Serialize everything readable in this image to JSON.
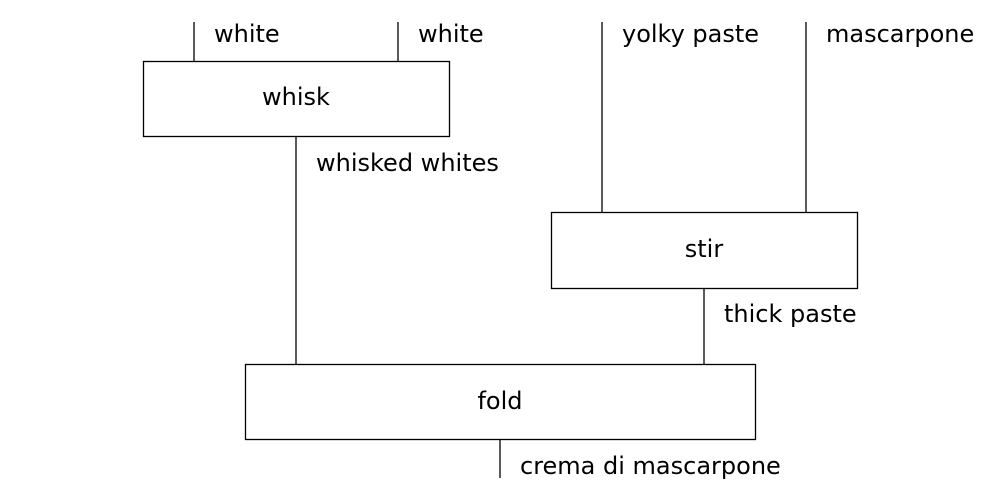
{
  "inputs": {
    "white_1": "white",
    "white_2": "white",
    "yolky_paste": "yolky paste",
    "mascarpone": "mascarpone"
  },
  "boxes": {
    "whisk": "whisk",
    "stir": "stir",
    "fold": "fold"
  },
  "outputs": {
    "whisked_whites": "whisked whites",
    "thick_paste": "thick paste",
    "crema": "crema di mascarpone"
  }
}
